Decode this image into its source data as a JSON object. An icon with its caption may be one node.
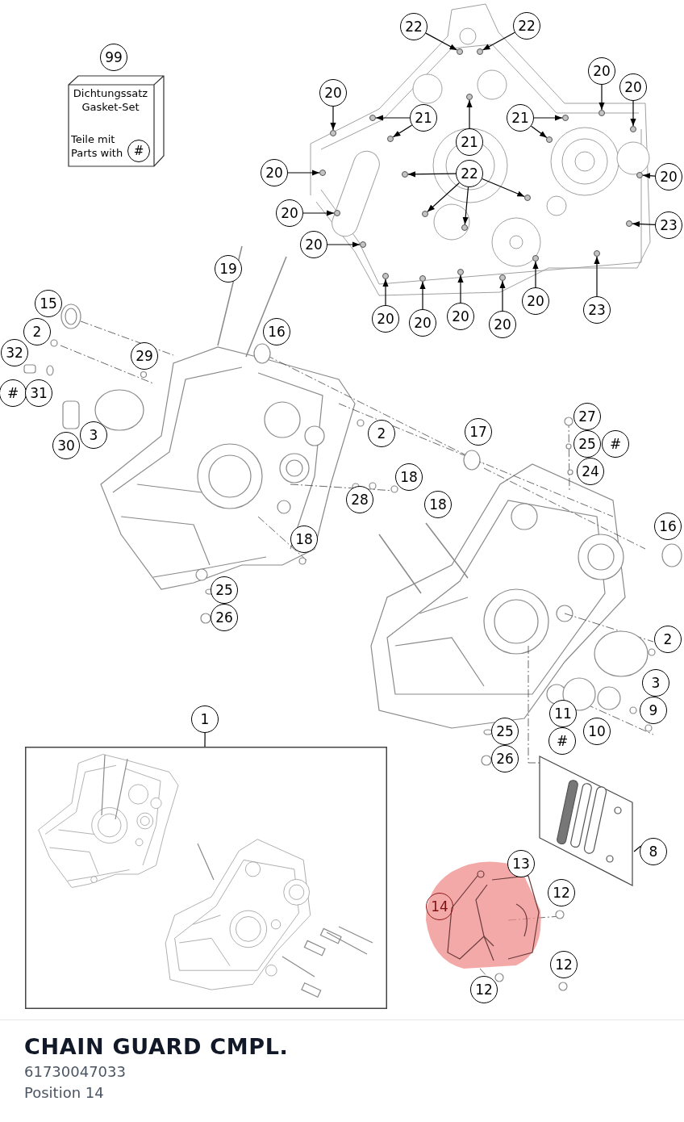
{
  "diagram": {
    "title": "CHAIN GUARD CMPL.",
    "caption": "61730047033",
    "nodes": [
      {
        "text": [
          "22"
        ]
      },
      {
        "text": [
          "22"
        ]
      },
      {
        "text": [
          "20"
        ]
      },
      {
        "text": [
          "21"
        ]
      },
      {
        "text": [
          "21"
        ]
      },
      {
        "text": [
          "21"
        ]
      },
      {
        "text": [
          "20"
        ]
      },
      {
        "text": [
          "20"
        ]
      },
      {
        "text": [
          "20"
        ]
      },
      {
        "text": [
          "22"
        ]
      },
      {
        "text": [
          "20"
        ]
      },
      {
        "text": [
          "20"
        ]
      },
      {
        "text": [
          "23"
        ]
      },
      {
        "text": [
          "20"
        ]
      },
      {
        "text": [
          "20"
        ]
      },
      {
        "text": [
          "20"
        ]
      },
      {
        "text": [
          "20"
        ]
      },
      {
        "text": [
          "20"
        ]
      },
      {
        "text": [
          "20"
        ]
      },
      {
        "text": [
          "23"
        ]
      },
      {
        "text": [
          "Dichtungssatz Gasket-Set",
          "Teile mit Parts with"
        ]
      },
      {
        "text": [
          "#"
        ],
        "in": 20
      },
      {
        "text": [
          "1"
        ]
      },
      {
        "text": [],
        "shape": "box"
      },
      {
        "text": [
          "8"
        ]
      },
      {
        "text": [],
        "shape": "box"
      },
      {
        "text": [
          "99"
        ]
      },
      {
        "text": [
          "19"
        ]
      },
      {
        "text": [
          "15"
        ]
      },
      {
        "text": [
          "2"
        ]
      },
      {
        "text": [
          "16"
        ]
      },
      {
        "text": [
          "32"
        ]
      },
      {
        "text": [
          "29"
        ]
      },
      {
        "text": [
          "#"
        ]
      },
      {
        "text": [
          "31"
        ]
      },
      {
        "text": [
          "3"
        ]
      },
      {
        "text": [
          "30"
        ]
      },
      {
        "text": [
          "2"
        ]
      },
      {
        "text": [
          "17"
        ]
      },
      {
        "text": [
          "27"
        ]
      },
      {
        "text": [
          "25"
        ]
      },
      {
        "text": [
          "#"
        ]
      },
      {
        "text": [
          "24"
        ]
      },
      {
        "text": [
          "18"
        ]
      },
      {
        "text": [
          "28"
        ]
      },
      {
        "text": [
          "18"
        ]
      },
      {
        "text": [
          "16"
        ]
      },
      {
        "text": [
          "18"
        ]
      },
      {
        "text": [
          "25"
        ]
      },
      {
        "text": [
          "26"
        ]
      },
      {
        "text": [
          "2"
        ]
      },
      {
        "text": [
          "3"
        ]
      },
      {
        "text": [
          "9"
        ]
      },
      {
        "text": [
          "11"
        ]
      },
      {
        "text": [
          "10"
        ]
      },
      {
        "text": [
          "25"
        ]
      },
      {
        "text": [
          "#"
        ]
      },
      {
        "text": [
          "26"
        ]
      },
      {
        "text": [
          "13"
        ]
      },
      {
        "text": [
          "12"
        ]
      },
      {
        "text": [
          "14"
        ]
      },
      {
        "text": [
          "12"
        ]
      },
      {
        "text": [
          "12"
        ]
      },
      {
        "text": [],
        "shape": "circle"
      },
      {
        "text": [],
        "shape": "circle"
      },
      {
        "text": [],
        "shape": "circle"
      },
      {
        "text": [],
        "shape": "circle"
      },
      {
        "text": [],
        "shape": "circle"
      },
      {
        "text": [],
        "shape": "circle"
      },
      {
        "text": [],
        "shape": "circle"
      },
      {
        "text": [],
        "shape": "circle"
      },
      {
        "text": [],
        "shape": "circle"
      },
      {
        "text": [],
        "shape": "circle"
      },
      {
        "text": [],
        "shape": "circle"
      },
      {
        "text": [],
        "shape": "circle"
      },
      {
        "text": [],
        "shape": "circle"
      },
      {
        "text": [],
        "shape": "circle"
      },
      {
        "text": [],
        "shape": "circle"
      },
      {
        "text": [],
        "shape": "circle"
      },
      {
        "text": [],
        "shape": "circle"
      },
      {
        "text": [],
        "shape": "circle"
      },
      {
        "text": [],
        "shape": "circle"
      },
      {
        "text": [],
        "shape": "circle"
      },
      {
        "text": [],
        "shape": "circle"
      },
      {
        "text": [],
        "shape": "circle"
      },
      {
        "text": [],
        "shape": "circle"
      },
      {
        "text": [],
        "shape": "circle"
      },
      {
        "text": [],
        "shape": "circle"
      }
    ],
    "edges": [
      {
        "from": 0,
        "to": 63,
        "arrow": "to"
      },
      {
        "from": 1,
        "to": 64,
        "arrow": "to"
      },
      {
        "from": 2,
        "to": 65,
        "arrow": "to"
      },
      {
        "from": 3,
        "to": 66,
        "arrow": "to"
      },
      {
        "from": 3,
        "to": 67,
        "arrow": "to"
      },
      {
        "from": 4,
        "to": 68,
        "arrow": "to"
      },
      {
        "from": 4,
        "to": 69,
        "arrow": "to"
      },
      {
        "from": 5,
        "to": 70,
        "arrow": "to"
      },
      {
        "from": 6,
        "to": 71,
        "arrow": "to"
      },
      {
        "from": 7,
        "to": 72,
        "arrow": "to"
      },
      {
        "from": 8,
        "to": 73,
        "arrow": "to"
      },
      {
        "from": 9,
        "to": 74,
        "arrow": "to"
      },
      {
        "from": 9,
        "to": 75,
        "arrow": "to"
      },
      {
        "from": 9,
        "to": 76,
        "arrow": "to"
      },
      {
        "from": 9,
        "to": 77,
        "arrow": "to"
      },
      {
        "from": 10,
        "to": 78,
        "arrow": "to"
      },
      {
        "from": 11,
        "to": 79,
        "arrow": "to"
      },
      {
        "from": 12,
        "to": 80,
        "arrow": "to"
      },
      {
        "from": 13,
        "to": 81,
        "arrow": "to"
      },
      {
        "from": 14,
        "to": 82,
        "arrow": "to"
      },
      {
        "from": 15,
        "to": 83,
        "arrow": "to"
      },
      {
        "from": 16,
        "to": 84,
        "arrow": "to"
      },
      {
        "from": 17,
        "to": 85,
        "arrow": "to"
      },
      {
        "from": 18,
        "to": 86,
        "arrow": "to"
      },
      {
        "from": 19,
        "to": 87,
        "arrow": "to"
      },
      {
        "from": 22,
        "to": 23,
        "arrow": "none"
      },
      {
        "from": 24,
        "to": 25,
        "arrow": "none"
      }
    ],
    "labels": [
      "Position 14"
    ]
  }
}
